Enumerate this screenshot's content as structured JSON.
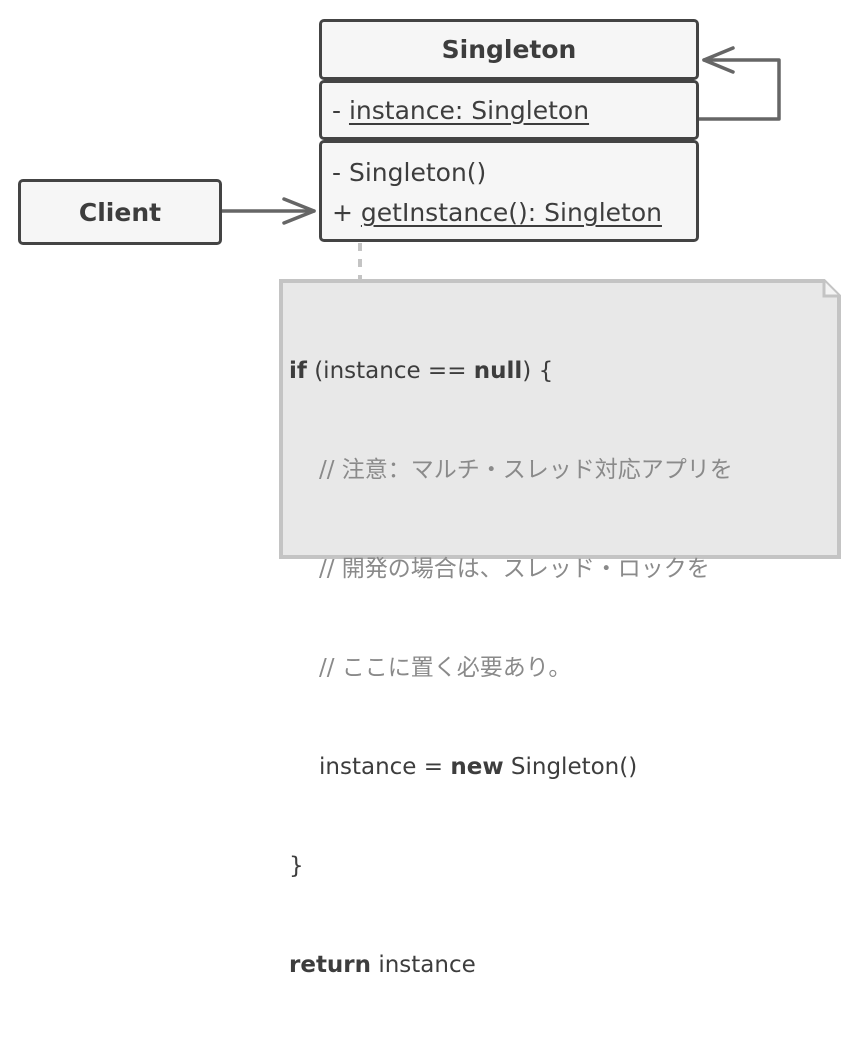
{
  "diagram": {
    "type": "UML class diagram",
    "pattern": "Singleton",
    "colors": {
      "stroke": "#444444",
      "fill": "#f6f6f6",
      "arrow": "#666666",
      "note_fill": "#e8e8e8",
      "note_border": "#c4c4c4",
      "comment_text": "#8a8a8a"
    }
  },
  "singleton_class": {
    "name": "Singleton",
    "fields": [
      {
        "visibility": "-",
        "text": "instance: Singleton",
        "static": true
      }
    ],
    "methods": [
      {
        "visibility": "-",
        "text": "Singleton()",
        "static": false
      },
      {
        "visibility": "+",
        "text": "getInstance(): Singleton",
        "static": true
      }
    ]
  },
  "client": {
    "name": "Client"
  },
  "relations": [
    {
      "from": "Client",
      "to": "Singleton",
      "type": "association",
      "label": ""
    },
    {
      "from": "Singleton",
      "to": "Singleton",
      "type": "self-association",
      "label": ""
    }
  ],
  "note": {
    "attached_to": "getInstance",
    "lines": [
      {
        "kw1": "if",
        "text1": " (instance == ",
        "kw2": "null",
        "text2": ") {"
      },
      {
        "comment": "// 注意：マルチ・スレッド対応アプリを"
      },
      {
        "comment": "// 開発の場合は、スレッド・ロックを"
      },
      {
        "comment": "// ここに置く必要あり。"
      },
      {
        "text1": "instance = ",
        "kw": "new",
        "text2": " Singleton()"
      },
      {
        "text": "}"
      },
      {
        "kw": "return",
        "text": " instance"
      }
    ]
  }
}
